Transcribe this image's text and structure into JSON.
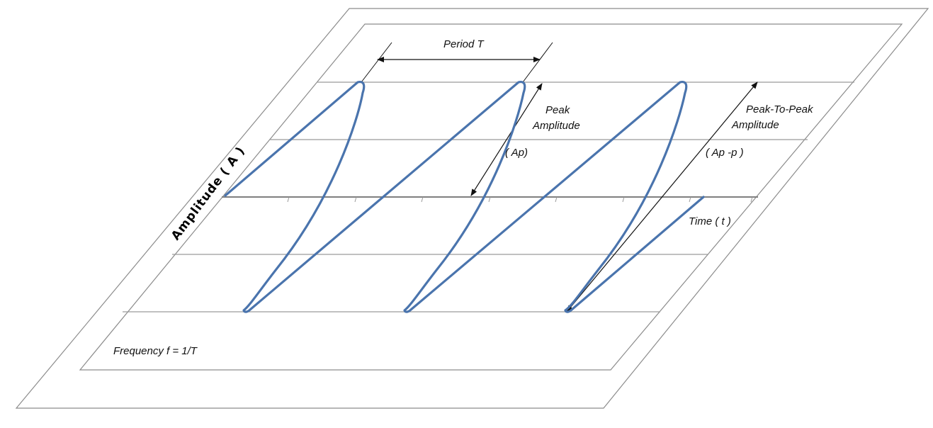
{
  "diagram": {
    "period_label": "Period  T",
    "peak_label_line1": "Peak",
    "peak_label_line2": "Amplitude",
    "peak_symbol": "( Ap)",
    "p2p_label_line1": "Peak-To-Peak",
    "p2p_label_line2": "Amplitude",
    "p2p_symbol": "( Ap -p )",
    "time_label": "Time ( t )",
    "amplitude_label": "Amplitude  ( A )",
    "frequency_label": "Frequency  f = 1/T"
  },
  "colors": {
    "waveform": "#4a74ad",
    "frame": "#8c8c8c",
    "gridline": "#9a9a9a",
    "axis": "#7f7f7f",
    "text": "#111111"
  }
}
